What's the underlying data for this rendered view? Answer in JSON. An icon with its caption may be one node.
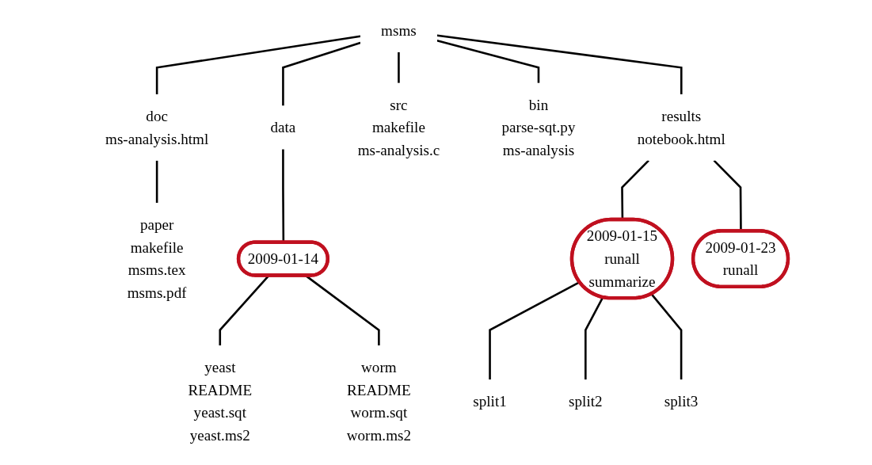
{
  "diagram": {
    "nodes": [
      {
        "text": [
          "msms"
        ]
      },
      {
        "text": [
          "doc",
          "ms-analysis.html"
        ]
      },
      {
        "text": [
          "data"
        ]
      },
      {
        "text": [
          "src",
          "makefile",
          "ms-analysis.c"
        ]
      },
      {
        "text": [
          "bin",
          "parse-sqt.py",
          "ms-analysis"
        ]
      },
      {
        "text": [
          "results",
          "notebook.html"
        ]
      },
      {
        "text": [
          "paper",
          "makefile",
          "msms.tex",
          "msms.pdf"
        ]
      },
      {
        "text": [
          "2009-01-14"
        ]
      },
      {
        "text": [
          "2009-01-15",
          "runall",
          "summarize"
        ]
      },
      {
        "text": [
          "2009-01-23",
          "runall"
        ]
      },
      {
        "text": [
          "yeast",
          "README",
          "yeast.sqt",
          "yeast.ms2"
        ]
      },
      {
        "text": [
          "worm",
          "README",
          "worm.sqt",
          "worm.ms2"
        ]
      },
      {
        "text": [
          "split1"
        ]
      },
      {
        "text": [
          "split2"
        ]
      },
      {
        "text": [
          "split3"
        ]
      }
    ],
    "edges": [
      {
        "from": 0,
        "to": 1,
        "arrow": "none"
      },
      {
        "from": 0,
        "to": 2,
        "arrow": "none"
      },
      {
        "from": 0,
        "to": 3,
        "arrow": "none"
      },
      {
        "from": 0,
        "to": 4,
        "arrow": "none"
      },
      {
        "from": 0,
        "to": 5,
        "arrow": "none"
      },
      {
        "from": 1,
        "to": 6,
        "arrow": "none"
      },
      {
        "from": 2,
        "to": 7,
        "arrow": "none"
      },
      {
        "from": 5,
        "to": 8,
        "arrow": "none"
      },
      {
        "from": 5,
        "to": 9,
        "arrow": "none"
      },
      {
        "from": 7,
        "to": 10,
        "arrow": "none"
      },
      {
        "from": 7,
        "to": 11,
        "arrow": "none"
      },
      {
        "from": 8,
        "to": 12,
        "arrow": "none"
      },
      {
        "from": 8,
        "to": 13,
        "arrow": "none"
      },
      {
        "from": 8,
        "to": 14,
        "arrow": "none"
      }
    ]
  }
}
